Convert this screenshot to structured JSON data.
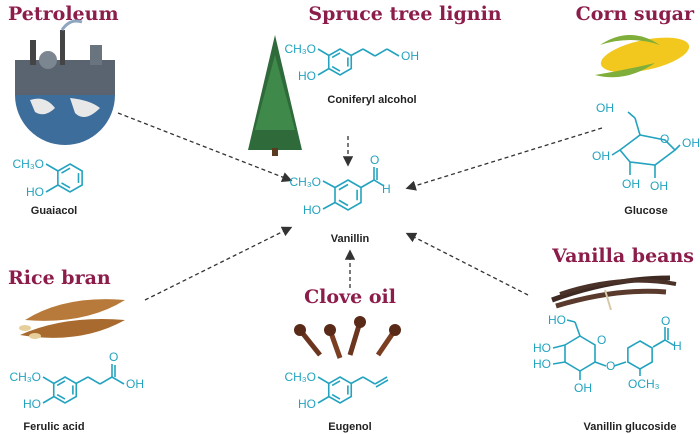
{
  "colors": {
    "title": "#8c1d4b",
    "molecule": "#23a3bf",
    "arrow": "#333333"
  },
  "center": {
    "label": "Vanillin",
    "atoms": [
      "CH₃O",
      "HO",
      "O",
      "H"
    ]
  },
  "sources": [
    {
      "title": "Petroleum",
      "image": "refinery-globe",
      "compound": "Guaiacol",
      "atoms": [
        "CH₃O",
        "HO"
      ]
    },
    {
      "title": "Spruce tree lignin",
      "image": "spruce-tree",
      "compound": "Coniferyl alcohol",
      "atoms": [
        "CH₃O",
        "HO",
        "OH"
      ]
    },
    {
      "title": "Corn sugar",
      "image": "corn-cob",
      "compound": "Glucose",
      "atoms": [
        "OH",
        "O",
        "OH",
        "OH",
        "OH",
        "OH"
      ]
    },
    {
      "title": "Rice bran",
      "image": "rice-grains",
      "compound": "Ferulic acid",
      "atoms": [
        "CH₃O",
        "HO",
        "O",
        "OH"
      ]
    },
    {
      "title": "Clove oil",
      "image": "cloves",
      "compound": "Eugenol",
      "atoms": [
        "CH₃O",
        "HO"
      ]
    },
    {
      "title": "Vanilla beans",
      "image": "vanilla-pods",
      "compound": "Vanillin glucoside",
      "atoms": [
        "HO",
        "HO",
        "O",
        "HO",
        "OH",
        "O",
        "OCH₃",
        "O",
        "H"
      ]
    }
  ]
}
